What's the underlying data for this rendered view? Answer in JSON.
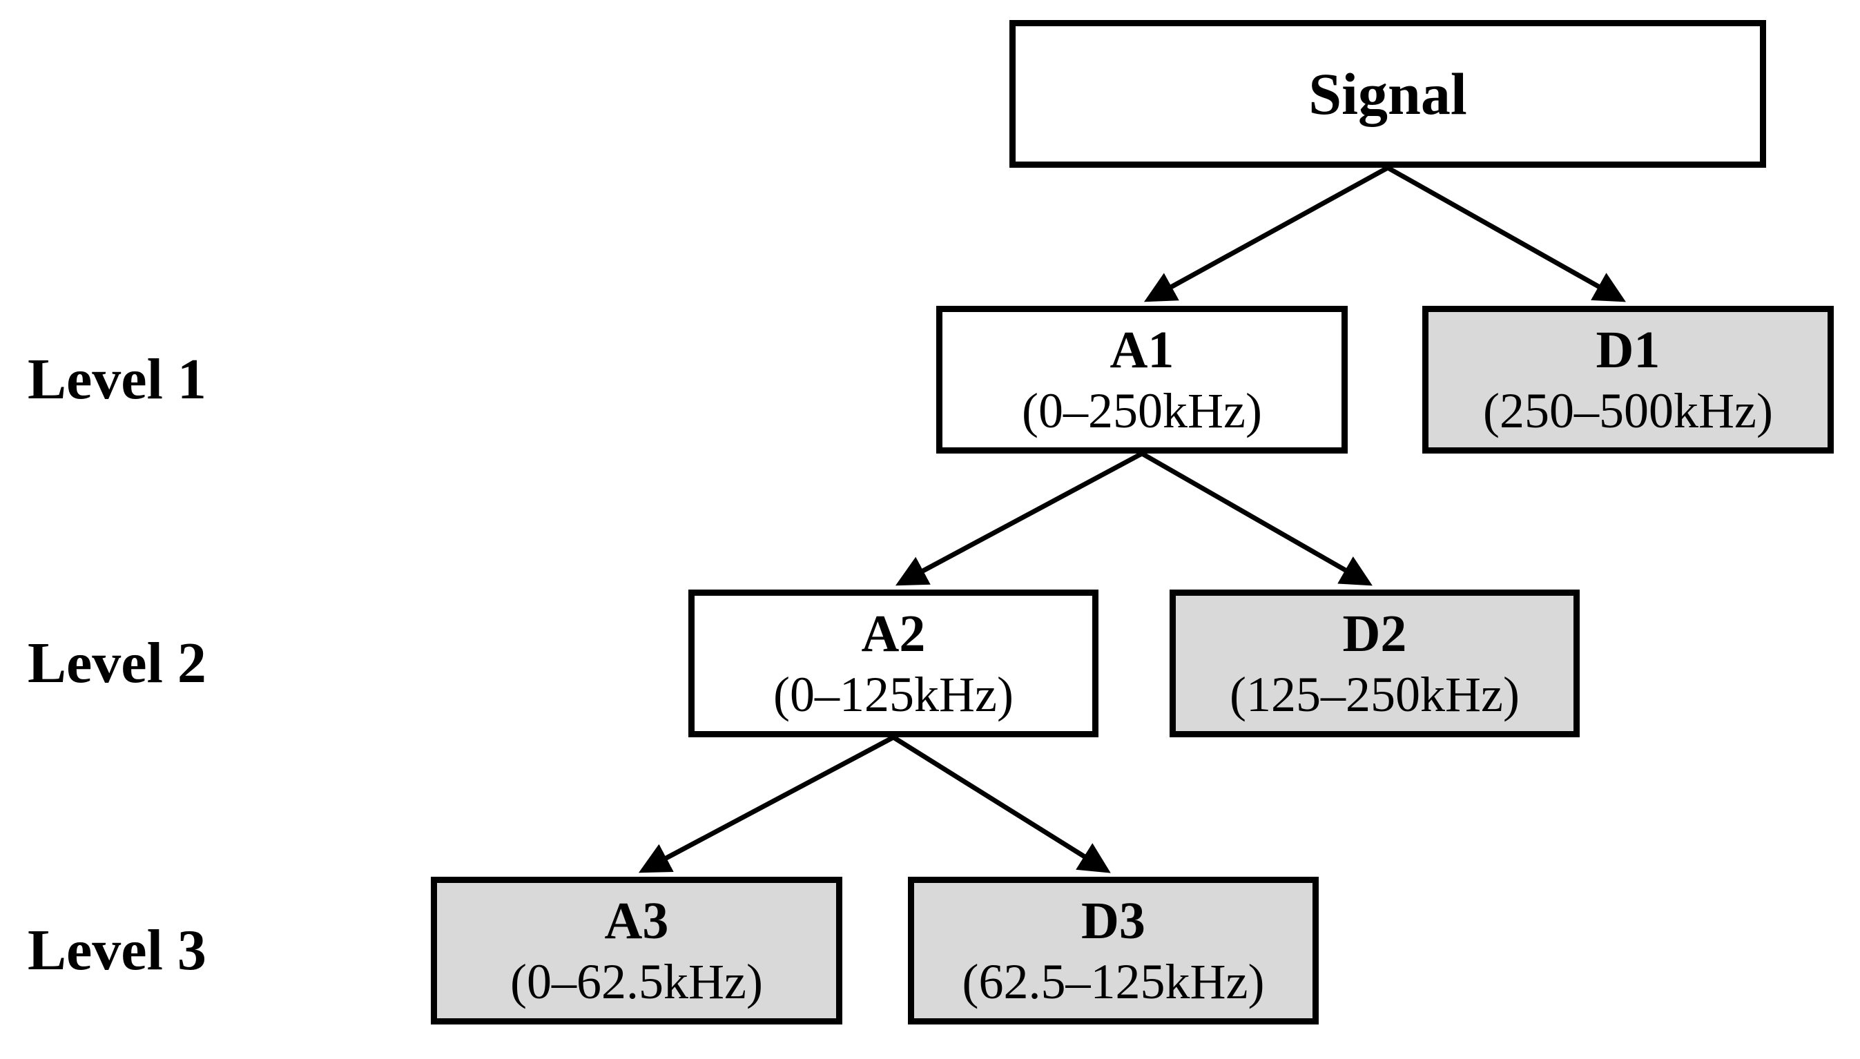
{
  "diagram": {
    "type": "tree",
    "description_root": "Signal",
    "colors": {
      "background": "#ffffff",
      "box_border": "#000000",
      "unshaded_fill": "#ffffff",
      "shaded_fill": "#d9d9d9",
      "line": "#000000",
      "text": "#000000"
    },
    "levels": [
      {
        "label": "Level 1"
      },
      {
        "label": "Level 2"
      },
      {
        "label": "Level 3"
      }
    ],
    "nodes": {
      "signal": {
        "label": "Signal",
        "shaded": false,
        "level": 0
      },
      "a1": {
        "label": "A1",
        "range": "(0–250kHz)",
        "shaded": false,
        "level": 1
      },
      "d1": {
        "label": "D1",
        "range": "(250–500kHz)",
        "shaded": true,
        "level": 1
      },
      "a2": {
        "label": "A2",
        "range": "(0–125kHz)",
        "shaded": false,
        "level": 2
      },
      "d2": {
        "label": "D2",
        "range": "(125–250kHz)",
        "shaded": true,
        "level": 2
      },
      "a3": {
        "label": "A3",
        "range": "(0–62.5kHz)",
        "shaded": true,
        "level": 3
      },
      "d3": {
        "label": "D3",
        "range": "(62.5–125kHz)",
        "shaded": true,
        "level": 3
      }
    },
    "edges": [
      {
        "from": "signal",
        "to": "a1"
      },
      {
        "from": "signal",
        "to": "d1"
      },
      {
        "from": "a1",
        "to": "a2"
      },
      {
        "from": "a1",
        "to": "d2"
      },
      {
        "from": "a2",
        "to": "a3"
      },
      {
        "from": "a2",
        "to": "d3"
      }
    ]
  }
}
